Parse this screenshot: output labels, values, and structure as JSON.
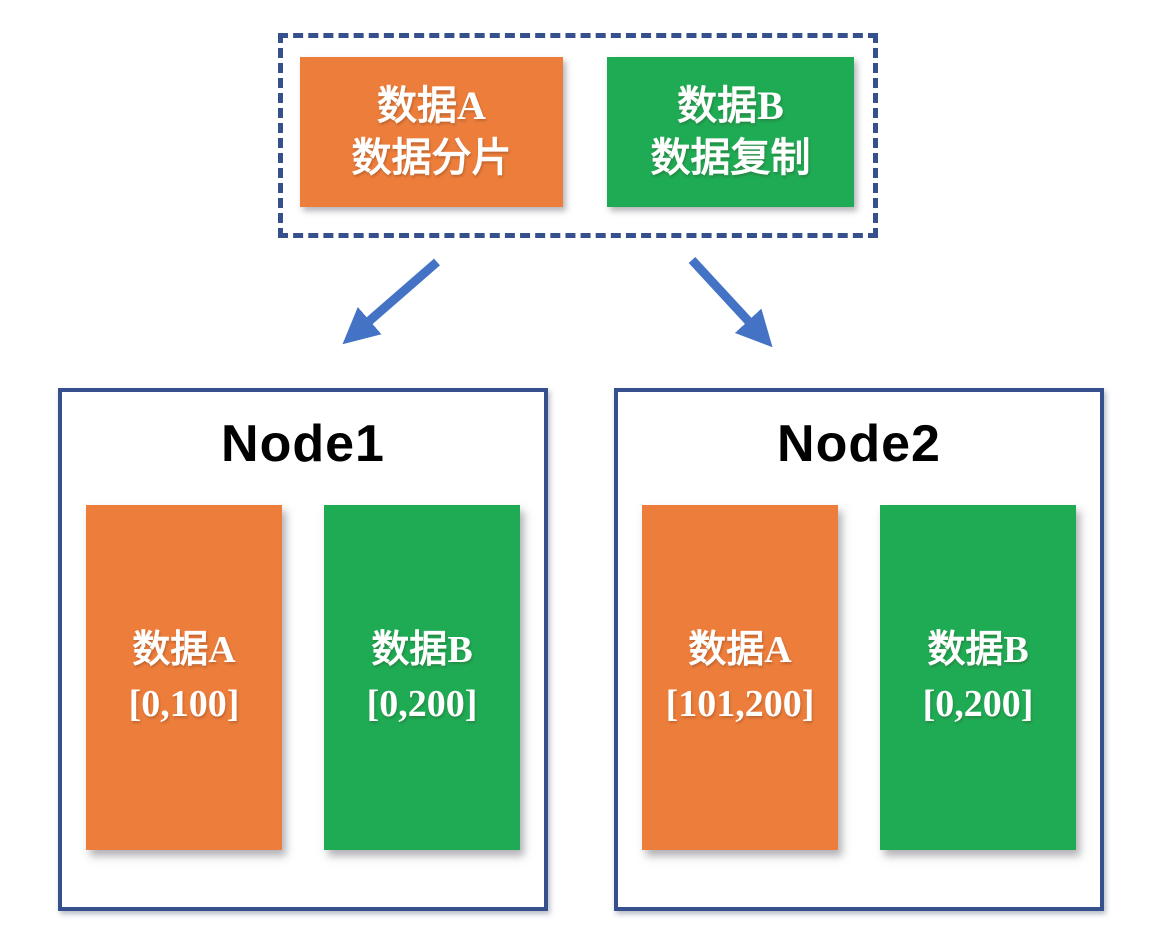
{
  "legend": {
    "items": [
      {
        "line1": "数据A",
        "line2": "数据分片",
        "color": "#ED7D3B"
      },
      {
        "line1": "数据B",
        "line2": "数据复制",
        "color": "#1FAB54"
      }
    ]
  },
  "nodes": [
    {
      "title": "Node1",
      "blocks": [
        {
          "name": "数据A",
          "range": "[0,100]",
          "color": "#ED7D3B"
        },
        {
          "name": "数据B",
          "range": "[0,200]",
          "color": "#1FAB54"
        }
      ]
    },
    {
      "title": "Node2",
      "blocks": [
        {
          "name": "数据A",
          "range": "[101,200]",
          "color": "#ED7D3B"
        },
        {
          "name": "数据B",
          "range": "[0,200]",
          "color": "#1FAB54"
        }
      ]
    }
  ],
  "icons": {
    "arrow_left": "down-left-arrow-icon",
    "arrow_right": "down-right-arrow-icon"
  },
  "colors": {
    "orange": "#ED7D3B",
    "green": "#1FAB54",
    "navy": "#36508E",
    "arrow": "#4473C5"
  }
}
